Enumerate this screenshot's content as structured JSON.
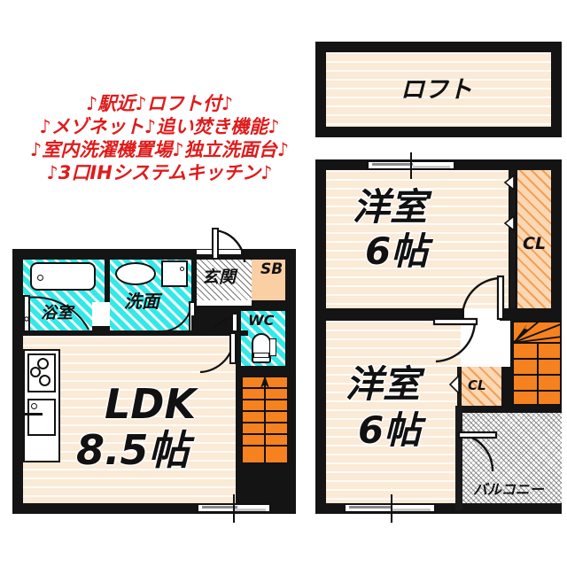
{
  "promo": {
    "lines": [
      "♪駅近♪ロフト付♪",
      "♪メゾネット♪追い焚き機能♪",
      "♪室内洗濯機置場♪独立洗面台♪",
      "♪3口IHシステムキッチン♪"
    ],
    "color": "#e01b1b"
  },
  "rooms": {
    "loft": {
      "label": "ロフト"
    },
    "bedroom_upper": {
      "label": "洋室",
      "size": "6帖"
    },
    "bedroom_lower": {
      "label": "洋室",
      "size": "6帖"
    },
    "closet_upper": {
      "label": "CL"
    },
    "closet_lower": {
      "label": "CL"
    },
    "balcony": {
      "label": "バルコニー"
    },
    "ldk": {
      "label": "LDK",
      "size": "8.5帖"
    },
    "bath": {
      "label": "浴室"
    },
    "washroom": {
      "label": "洗面"
    },
    "entrance": {
      "label": "玄関"
    },
    "shoebox": {
      "label": "SB"
    },
    "toilet": {
      "label": "WC"
    }
  },
  "colors": {
    "wall": "#141414",
    "floor": "#faead6",
    "wet_area": "#35e8e8",
    "closet_hatch": "#fbd7b4",
    "stairs": "#f5821f",
    "shoebox": "#fbcfa4",
    "promo_text": "#e01b1b",
    "balcony_hatch": "#ffffff"
  }
}
